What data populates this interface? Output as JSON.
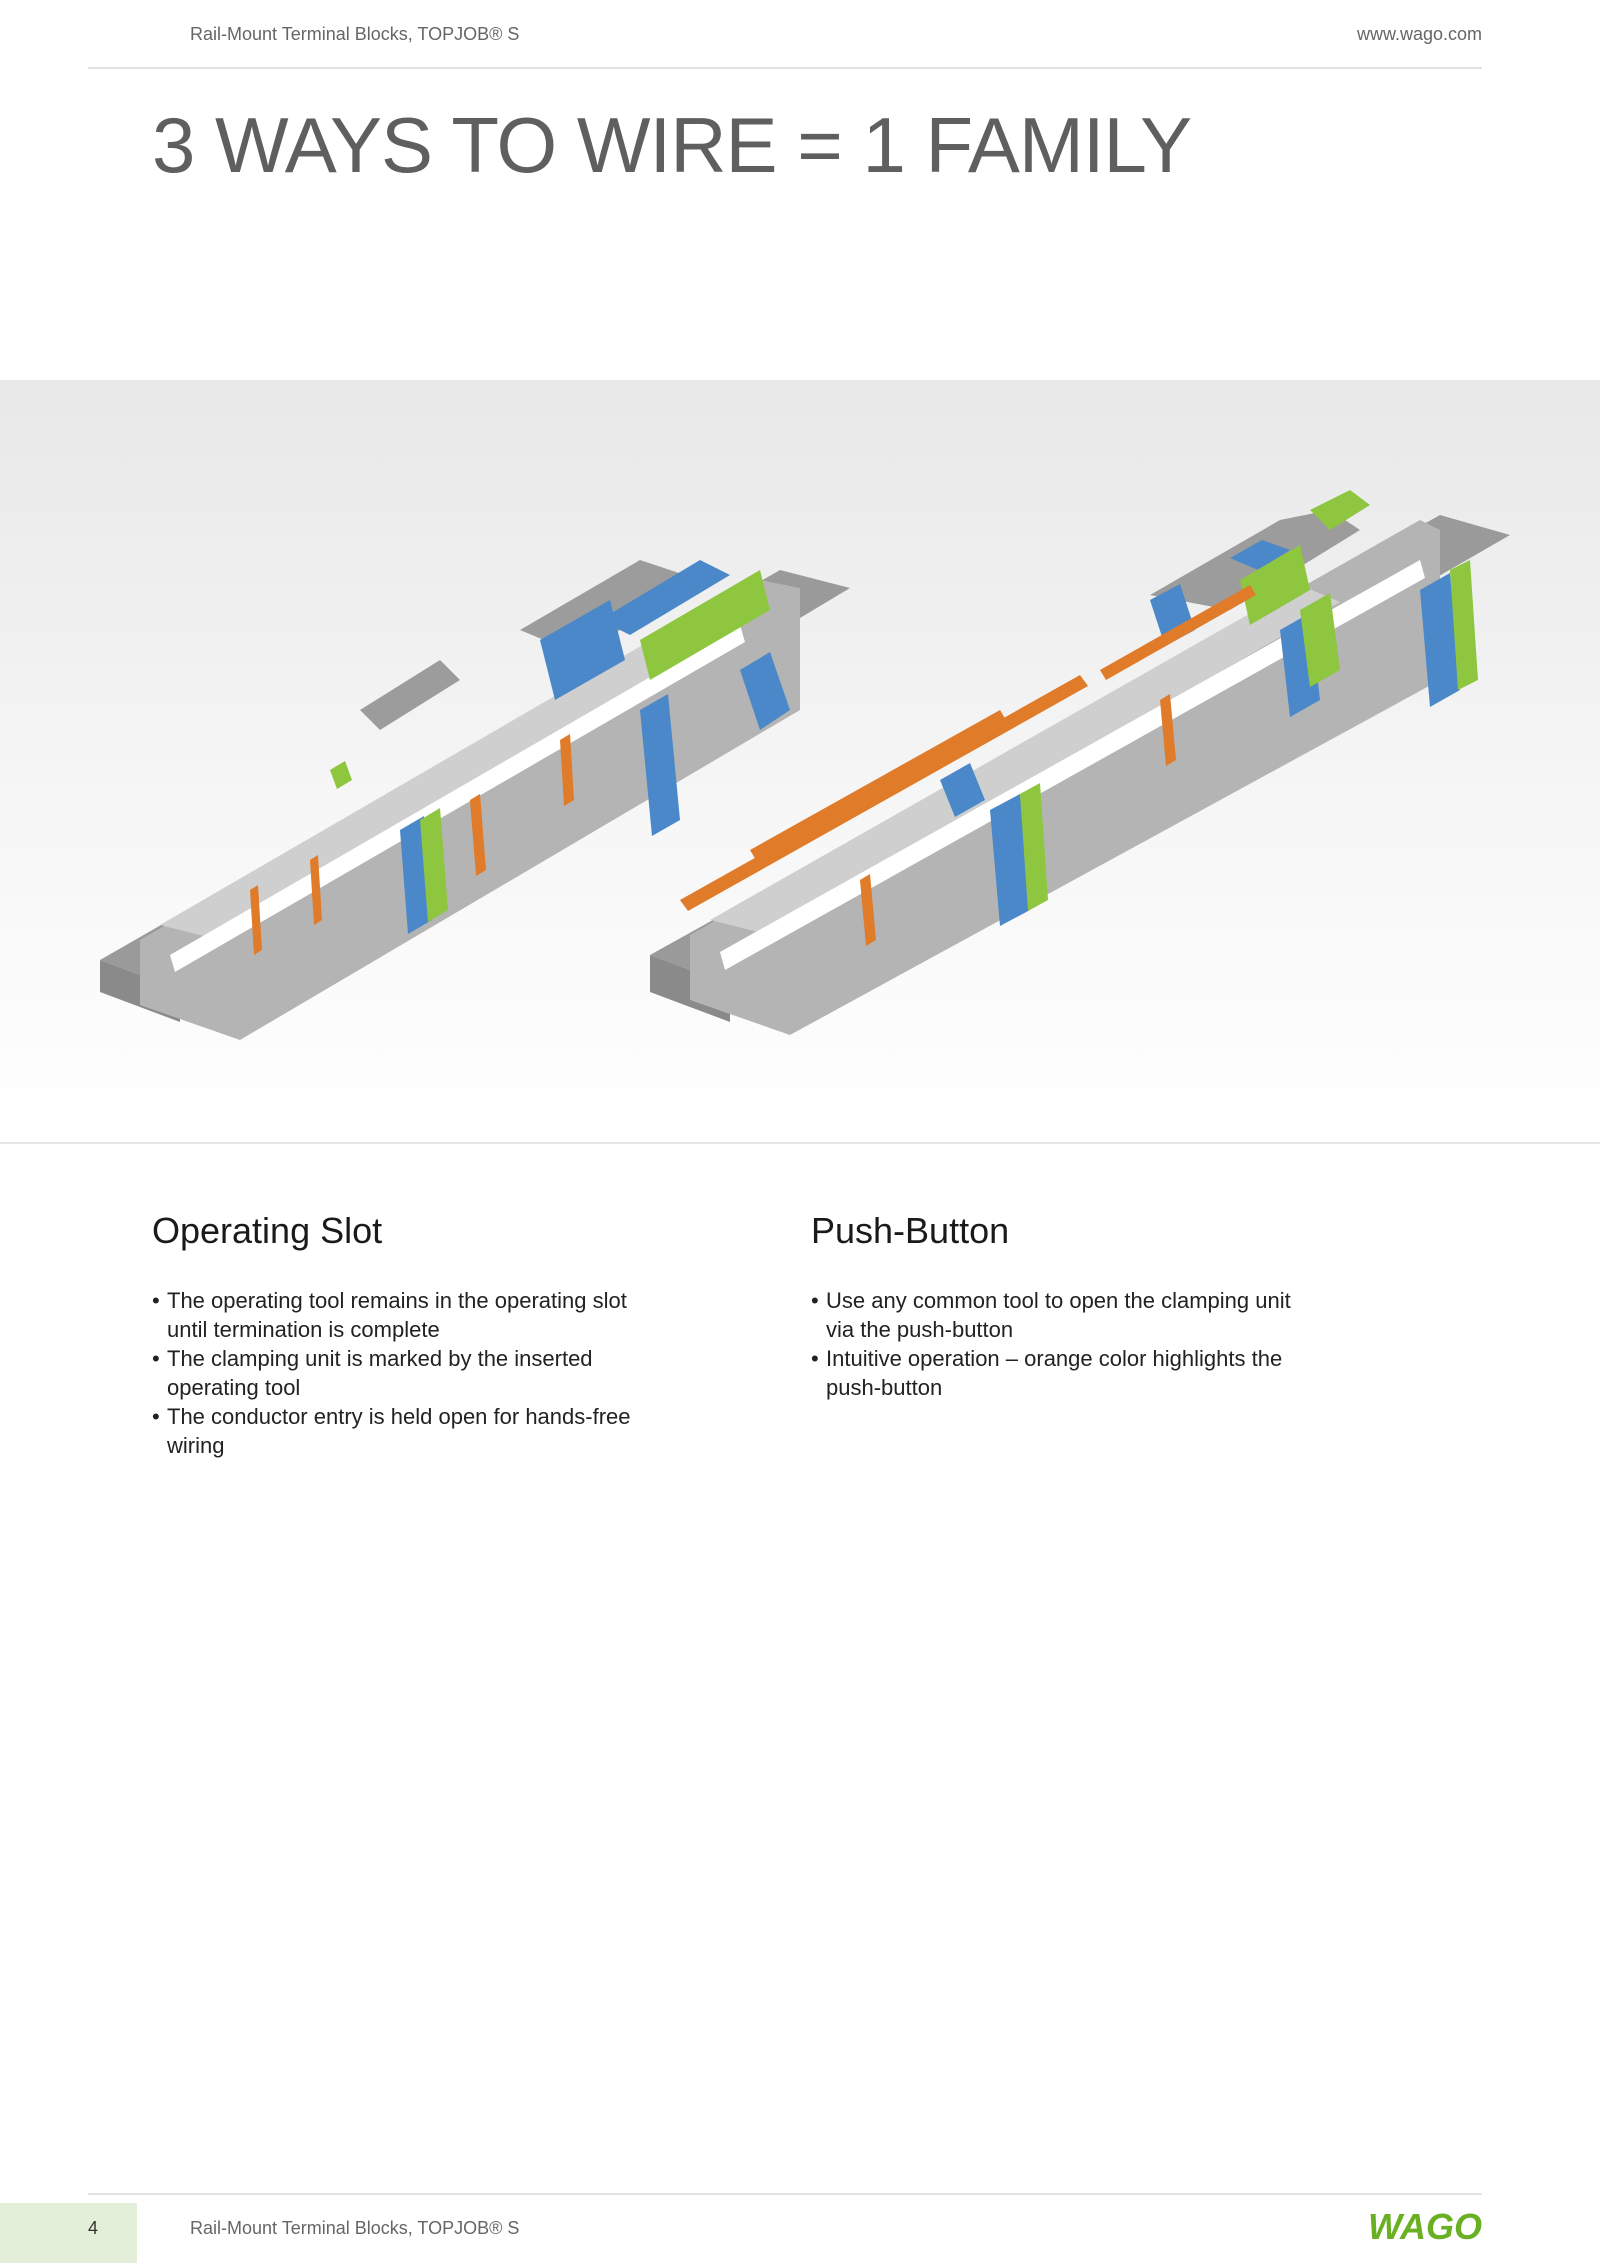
{
  "header": {
    "left_text": "Rail-Mount Terminal Blocks, TOPJOB® S",
    "right_text": "www.wago.com"
  },
  "title": "3 WAYS TO WIRE = 1 FAMILY",
  "image": {
    "subject": "terminal-blocks-photo",
    "colors": {
      "grey": "#a9a9a9",
      "blue": "#4a88c9",
      "green": "#8ec63f",
      "orange": "#e07b2a"
    }
  },
  "sections": [
    {
      "heading": "Operating Slot",
      "bullets": [
        "The operating tool remains in the operating slot until termination is complete",
        "The clamping unit is marked by the inserted operating tool",
        "The conductor entry is held open for hands-free wiring"
      ]
    },
    {
      "heading": "Push-Button",
      "bullets": [
        "Use any common tool to open the clamping unit via the push-button",
        "Intuitive operation – orange color highlights the push-button"
      ]
    }
  ],
  "footer": {
    "page_number": "4",
    "text": "Rail-Mount Terminal Blocks, TOPJOB® S",
    "logo_text": "WAGO",
    "brand_color": "#6ab023"
  }
}
